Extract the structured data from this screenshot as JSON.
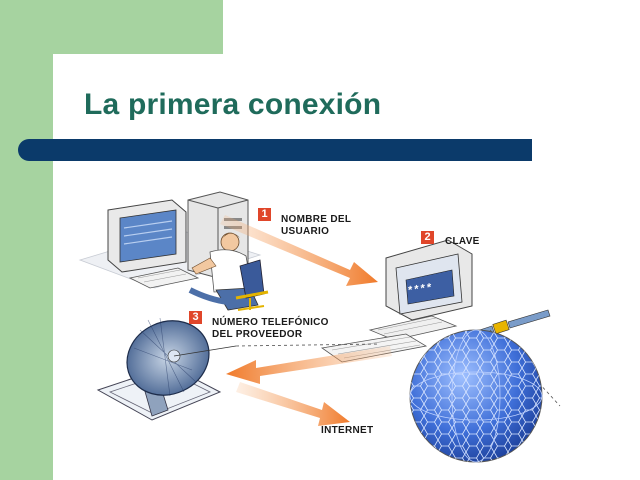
{
  "slide": {
    "title": "La primera conexión"
  },
  "steps": [
    {
      "number": "1",
      "line1": "NOMBRE DEL",
      "line2": "USUARIO"
    },
    {
      "number": "2",
      "line1": "CLAVE",
      "line2": ""
    },
    {
      "number": "3",
      "line1": "NÚMERO TELEFÓNICO",
      "line2": "DEL PROVEEDOR"
    }
  ],
  "screen_password": "****",
  "internet_label": "INTERNET",
  "colors": {
    "background_green": "#a6d3a0",
    "title_teal": "#1f6b5b",
    "rule_navy": "#0b3a6a",
    "arrow_orange": "#f07a2a",
    "number_red": "#e0462a",
    "globe_blue": "#3f6fd8"
  }
}
